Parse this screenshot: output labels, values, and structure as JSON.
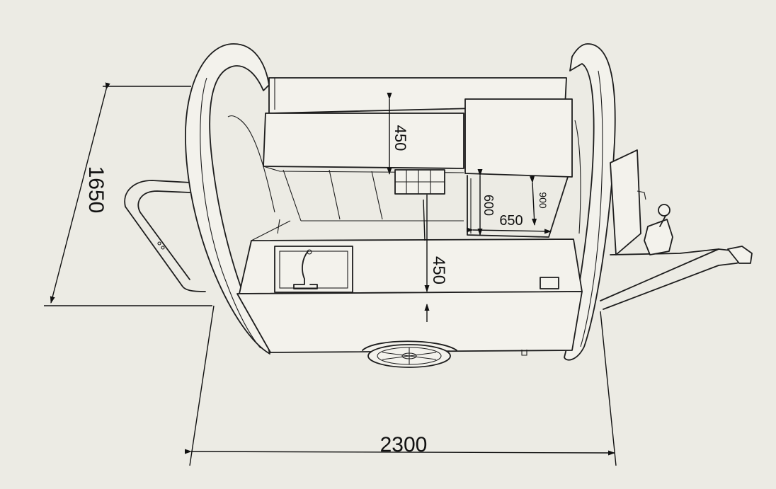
{
  "dimensions": {
    "overall_length": "2300",
    "overall_width": "1650",
    "upper_shelf_height": "450",
    "counter_drop": "450",
    "cabinet_height": "600",
    "cabinet_width": "650",
    "cabinet_depth": "900"
  },
  "colors": {
    "paper": "#ecebe4",
    "line": "#1d1d1d"
  }
}
